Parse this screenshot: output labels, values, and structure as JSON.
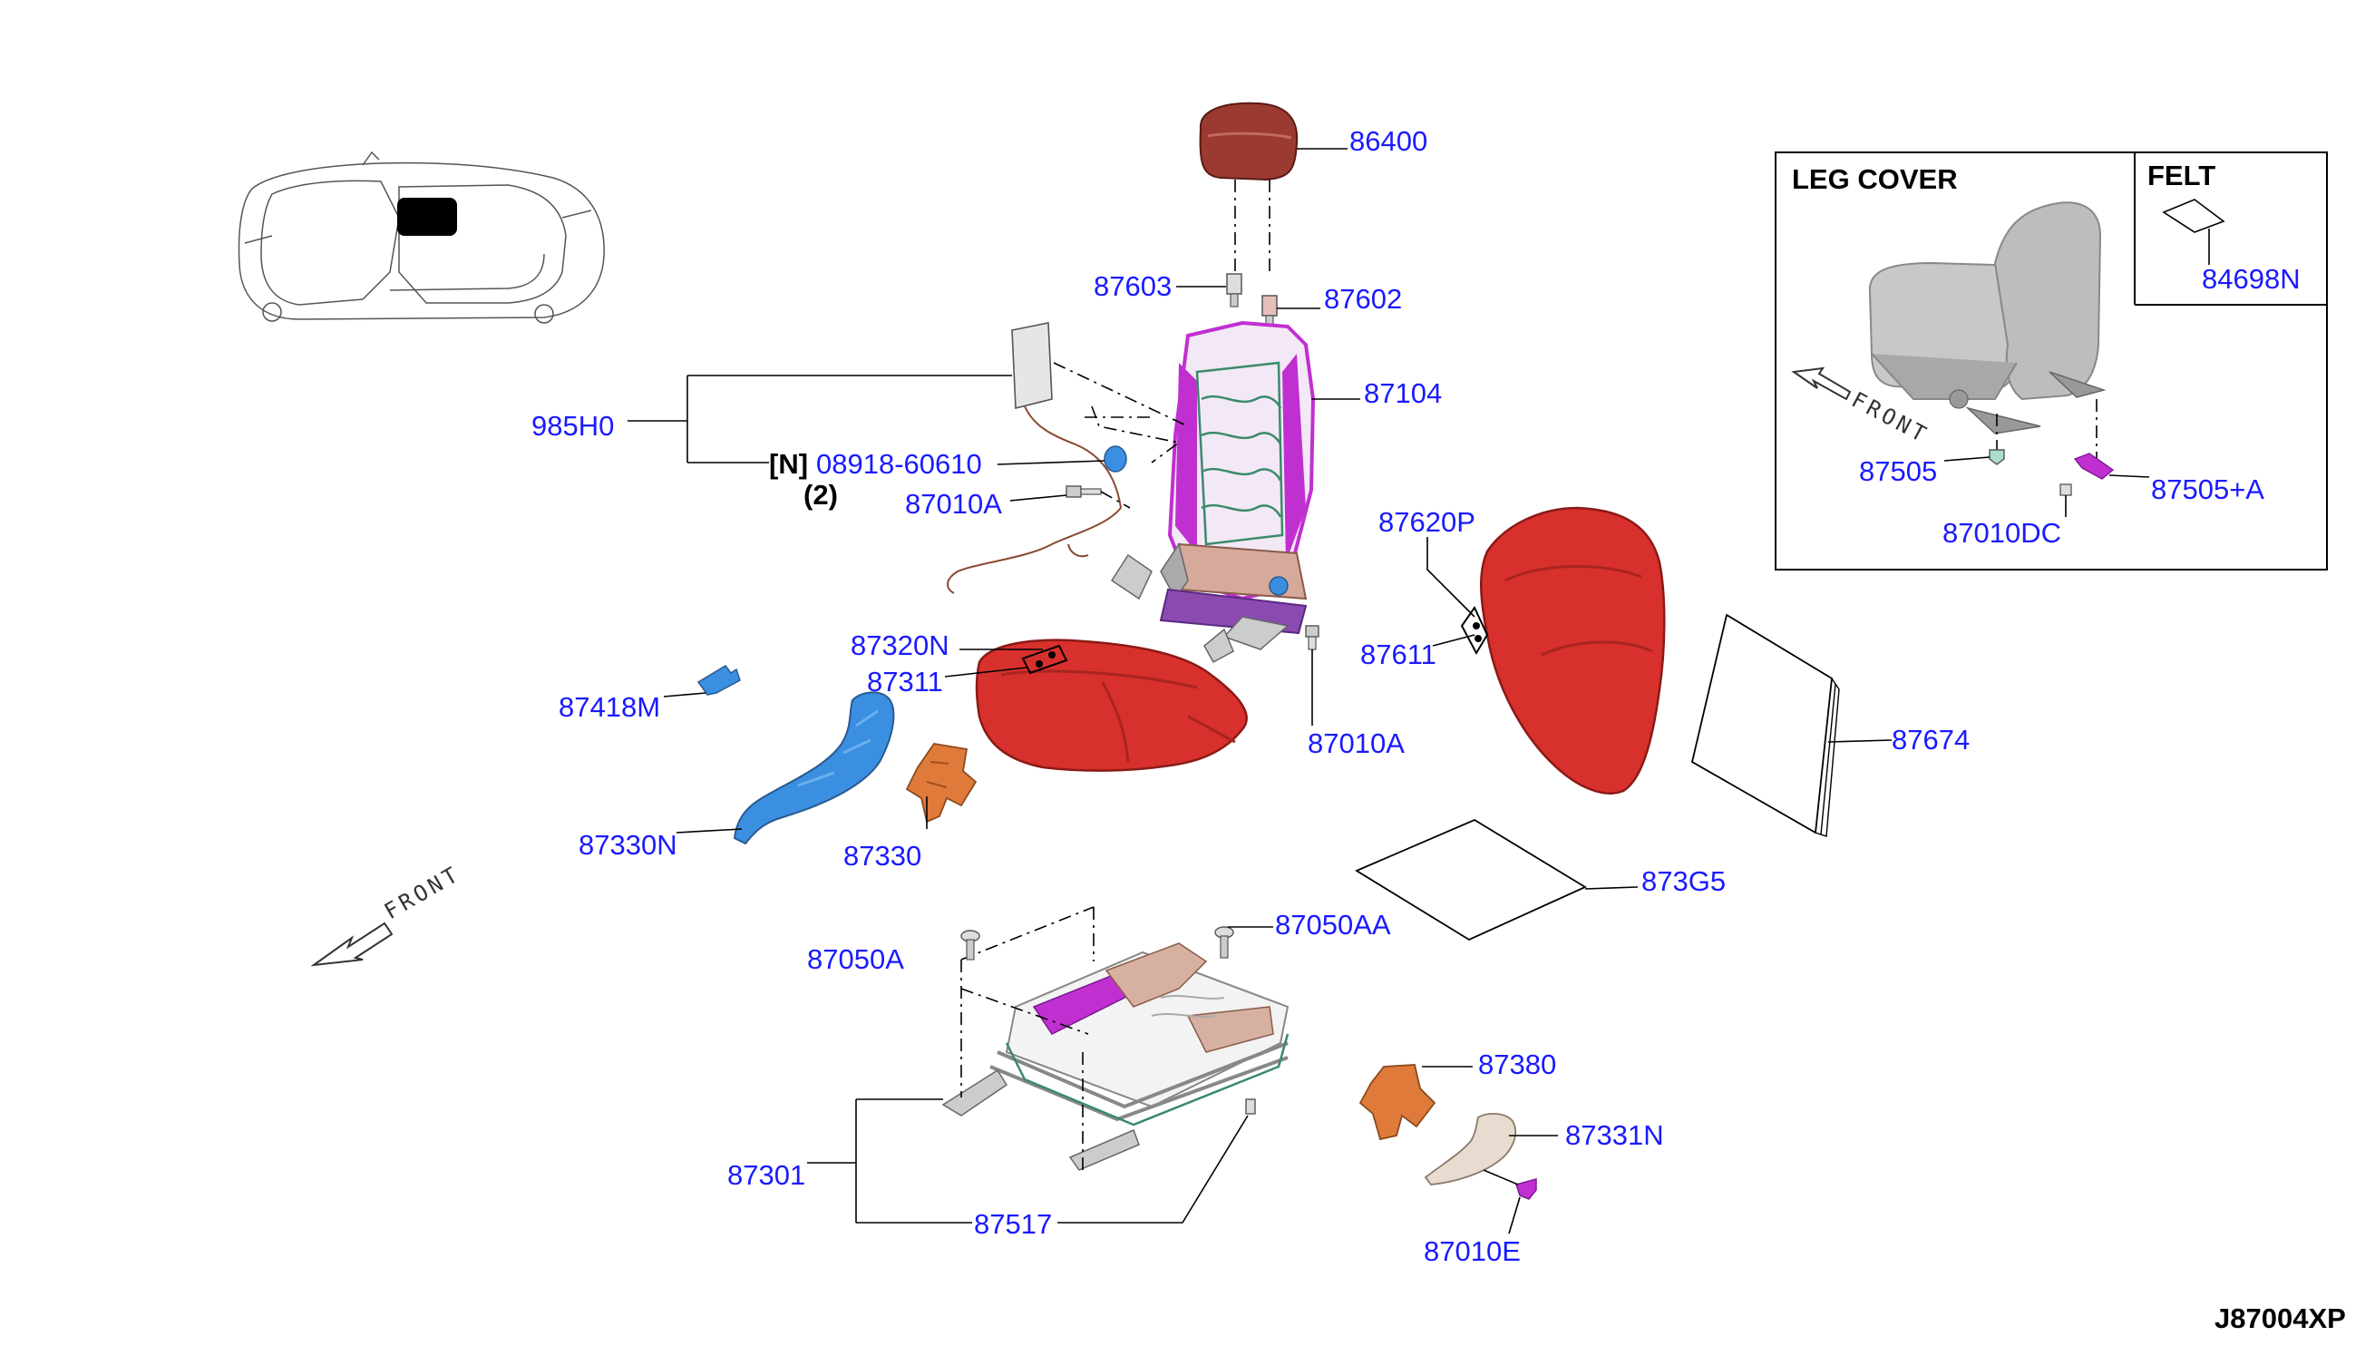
{
  "diagram": {
    "code": "J87004XP",
    "front_label": "FRONT",
    "inset": {
      "leg_cover_title": "LEG COVER",
      "felt_title": "FELT"
    },
    "note_n": "[N]",
    "note_qty": "(2)",
    "parts": {
      "p86400": "86400",
      "p87603": "87603",
      "p87602": "87602",
      "p87104": "87104",
      "p985H0": "985H0",
      "p08918": "08918-60610",
      "p87010A_top": "87010A",
      "p87320N": "87320N",
      "p87311": "87311",
      "p87010A_mid": "87010A",
      "p87620P": "87620P",
      "p87611": "87611",
      "p87418M": "87418M",
      "p87330N": "87330N",
      "p87330": "87330",
      "p87674": "87674",
      "p873G5": "873G5",
      "p87050A": "87050A",
      "p87050AA": "87050AA",
      "p87301": "87301",
      "p87517": "87517",
      "p87380": "87380",
      "p87331N": "87331N",
      "p87010E": "87010E",
      "p84698N": "84698N",
      "p87505": "87505",
      "p87505A": "87505+A",
      "p87010DC": "87010DC"
    },
    "colors": {
      "label": "#1a1aff",
      "cushion_red": "#d8302c",
      "frame_magenta": "#c030d0",
      "trim_blue": "#3a8fe0",
      "bracket_orange": "#e07a3a",
      "headrest_brown": "#9a3a30"
    }
  }
}
